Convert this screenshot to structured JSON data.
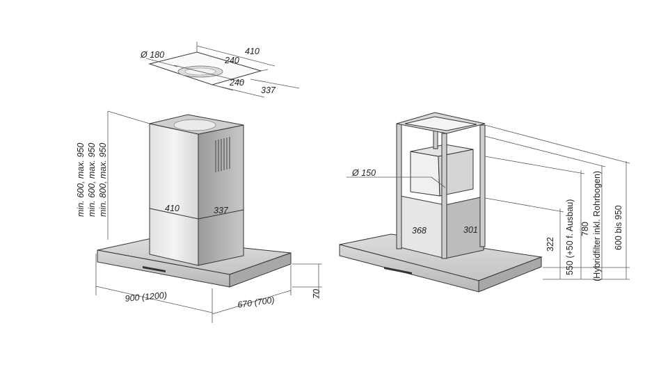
{
  "diagram": {
    "duct_plate": {
      "diameter": "Ø 180",
      "w_outer": "410",
      "w_inner": "240",
      "d_inner": "240",
      "d_outer": "337"
    },
    "left_hood": {
      "heights": [
        "min. 600, max. 950",
        "min. 600, max. 950",
        "min. 800, max. 950"
      ],
      "chimney_width": "410",
      "chimney_depth": "337",
      "canopy_width": "900 (1200)",
      "canopy_depth": "670 (700)",
      "canopy_height": "70"
    },
    "right_hood": {
      "duct_diameter": "Ø 150",
      "inner_width": "368",
      "inner_depth": "301",
      "dims": [
        "322",
        "550 (+50 f. Ausbau)",
        "780",
        "(Hybridfilter inkl. Rohrbogen)",
        "600 bis 950"
      ]
    }
  }
}
